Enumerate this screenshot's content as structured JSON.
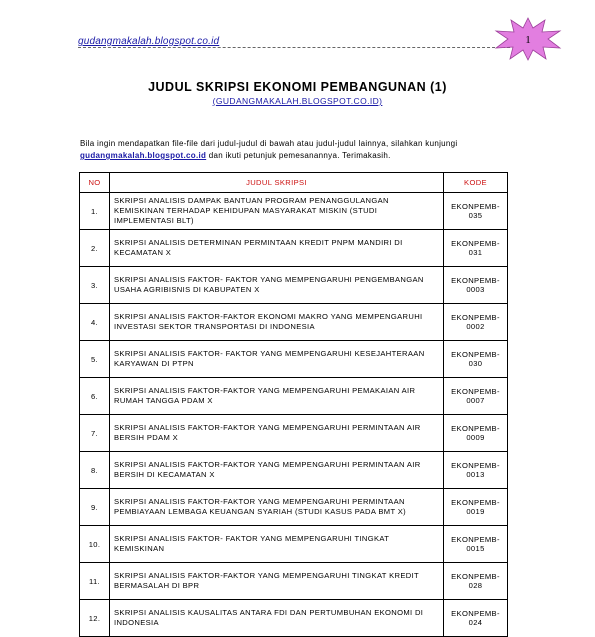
{
  "header": {
    "site_link": "gudangmakalah.blogspot.co.id",
    "page_number": "1"
  },
  "document": {
    "title": "JUDUL SKRIPSI EKONOMI PEMBANGUNAN (1)",
    "subtitle": "(GUDANGMAKALAH.BLOGSPOT.CO.ID)",
    "intro_before": "Bila ingin mendapatkan file-file dari judul-judul di bawah atau judul-judul lainnya, silahkan kunjungi ",
    "intro_link": "gudangmakalah.blogspot.co.id",
    "intro_after": " dan ikuti petunjuk pemesanannya. Terimakasih."
  },
  "table": {
    "headers": {
      "no": "NO",
      "judul": "JUDUL SKRIPSI",
      "kode": "KODE"
    },
    "rows": [
      {
        "no": "1.",
        "judul": "SKRIPSI ANALISIS DAMPAK BANTUAN PROGRAM PENANGGULANGAN KEMISKINAN TERHADAP KEHIDUPAN MASYARAKAT MISKIN (STUDI IMPLEMENTASI BLT)",
        "kode": "EKONPEMB-035"
      },
      {
        "no": "2.",
        "judul": "SKRIPSI ANALISIS DETERMINAN PERMINTAAN KREDIT PNPM MANDIRI DI KECAMATAN X",
        "kode": "EKONPEMB-031"
      },
      {
        "no": "3.",
        "judul": "SKRIPSI ANALISIS FAKTOR- FAKTOR YANG MEMPENGARUHI PENGEMBANGAN USAHA AGRIBISNIS DI KABUPATEN X",
        "kode": "EKONPEMB-0003"
      },
      {
        "no": "4.",
        "judul": "SKRIPSI ANALISIS FAKTOR-FAKTOR EKONOMI MAKRO YANG MEMPENGARUHI INVESTASI SEKTOR TRANSPORTASI DI INDONESIA",
        "kode": "EKONPEMB-0002"
      },
      {
        "no": "5.",
        "judul": "SKRIPSI ANALISIS FAKTOR- FAKTOR YANG MEMPENGARUHI KESEJAHTERAAN KARYAWAN DI PTPN",
        "kode": "EKONPEMB-030"
      },
      {
        "no": "6.",
        "judul": "SKRIPSI ANALISIS FAKTOR-FAKTOR YANG MEMPENGARUHI PEMAKAIAN AIR RUMAH TANGGA PDAM X",
        "kode": "EKONPEMB-0007"
      },
      {
        "no": "7.",
        "judul": "SKRIPSI ANALISIS FAKTOR-FAKTOR YANG MEMPENGARUHI PERMINTAAN AIR BERSIH PDAM X",
        "kode": "EKONPEMB-0009"
      },
      {
        "no": "8.",
        "judul": "SKRIPSI ANALISIS FAKTOR-FAKTOR YANG MEMPENGARUHI PERMINTAAN AIR BERSIH DI KECAMATAN X",
        "kode": "EKONPEMB-0013"
      },
      {
        "no": "9.",
        "judul": "SKRIPSI ANALISIS FAKTOR-FAKTOR YANG MEMPENGARUHI PERMINTAAN PEMBIAYAAN LEMBAGA KEUANGAN SYARIAH (STUDI KASUS PADA BMT X)",
        "kode": "EKONPEMB-0019"
      },
      {
        "no": "10.",
        "judul": "SKRIPSI ANALISIS FAKTOR- FAKTOR YANG MEMPENGARUHI TINGKAT KEMISKINAN",
        "kode": "EKONPEMB-0015"
      },
      {
        "no": "11.",
        "judul": "SKRIPSI ANALISIS FAKTOR-FAKTOR YANG MEMPENGARUHI TINGKAT KREDIT BERMASALAH DI BPR",
        "kode": "EKONPEMB-028"
      },
      {
        "no": "12.",
        "judul": "SKRIPSI ANALISIS KAUSALITAS ANTARA FDI DAN PERTUMBUHAN EKONOMI DI INDONESIA",
        "kode": "EKONPEMB-024"
      }
    ]
  },
  "colors": {
    "link": "#1a1aa6",
    "header_red": "#cc1111",
    "badge_fill": "#e27ee0"
  },
  "icons": {
    "page_badge": "starburst-badge-icon"
  }
}
